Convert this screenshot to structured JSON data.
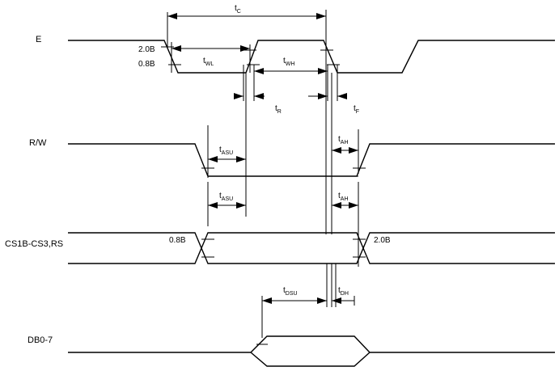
{
  "signals": {
    "e": "E",
    "rw": "R/W",
    "cs": "CS1B-CS3,RS",
    "db": "DB0-7"
  },
  "levels": {
    "e_high": "2.0B",
    "e_low": "0.8B",
    "cs_left": "0.8B",
    "cs_right": "2.0B"
  },
  "timing": {
    "tc": {
      "main": "t",
      "sub": "C"
    },
    "twl": {
      "main": "t",
      "sub": "WL"
    },
    "twh": {
      "main": "t",
      "sub": "WH"
    },
    "tr": {
      "main": "t",
      "sub": "R"
    },
    "tf": {
      "main": "t",
      "sub": "F"
    },
    "tasu_rw": {
      "main": "t",
      "sub": "ASU"
    },
    "tah_rw": {
      "main": "t",
      "sub": "AH"
    },
    "tasu_cs": {
      "main": "t",
      "sub": "ASU"
    },
    "tah_cs": {
      "main": "t",
      "sub": "AH"
    },
    "tdsu": {
      "main": "t",
      "sub": "DSU"
    },
    "tdh": {
      "main": "t",
      "sub": "DH"
    }
  }
}
